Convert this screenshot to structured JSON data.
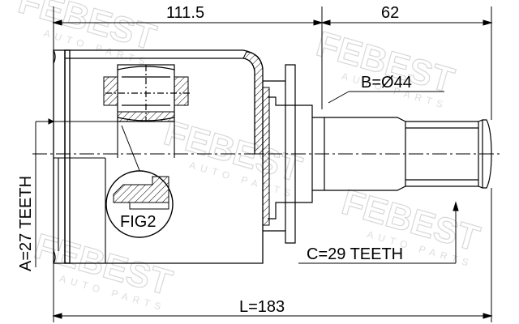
{
  "diagram": {
    "dimension_top_left": "111.5",
    "dimension_top_right": "62",
    "label_b": "B=Ø44",
    "label_a": "A=27 TEETH",
    "label_c": "C=29 TEETH",
    "label_l": "L=183",
    "label_fig": "FIG2"
  },
  "watermark": {
    "brand": "FEBEST",
    "subtitle": "AUTO PARTS"
  },
  "colors": {
    "line": "#000000",
    "watermark": "#d8d8d8"
  }
}
